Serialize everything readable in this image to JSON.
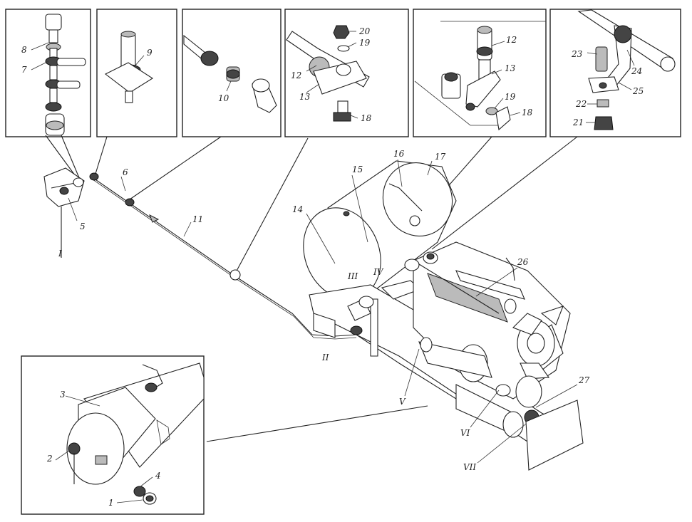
{
  "labels": {
    "n1": "1",
    "n2": "2",
    "n3": "3",
    "n4": "4",
    "n5": "5",
    "n6": "6",
    "n7": "7",
    "n8": "8",
    "n9": "9",
    "n10": "10",
    "n11": "11",
    "n12a": "12",
    "n12b": "12",
    "n13a": "13",
    "n13b": "13",
    "n14": "14",
    "n15": "15",
    "n16": "16",
    "n17": "17",
    "n18a": "18",
    "n18b": "18",
    "n19a": "19",
    "n19b": "19",
    "n20": "20",
    "n21": "21",
    "n22": "22",
    "n23": "23",
    "n24": "24",
    "n25": "25",
    "n26": "26",
    "n27": "27"
  },
  "roman": {
    "I": "I",
    "II": "II",
    "III": "III",
    "IV": "IV",
    "V": "V",
    "VI": "VI",
    "VII": "VII"
  }
}
